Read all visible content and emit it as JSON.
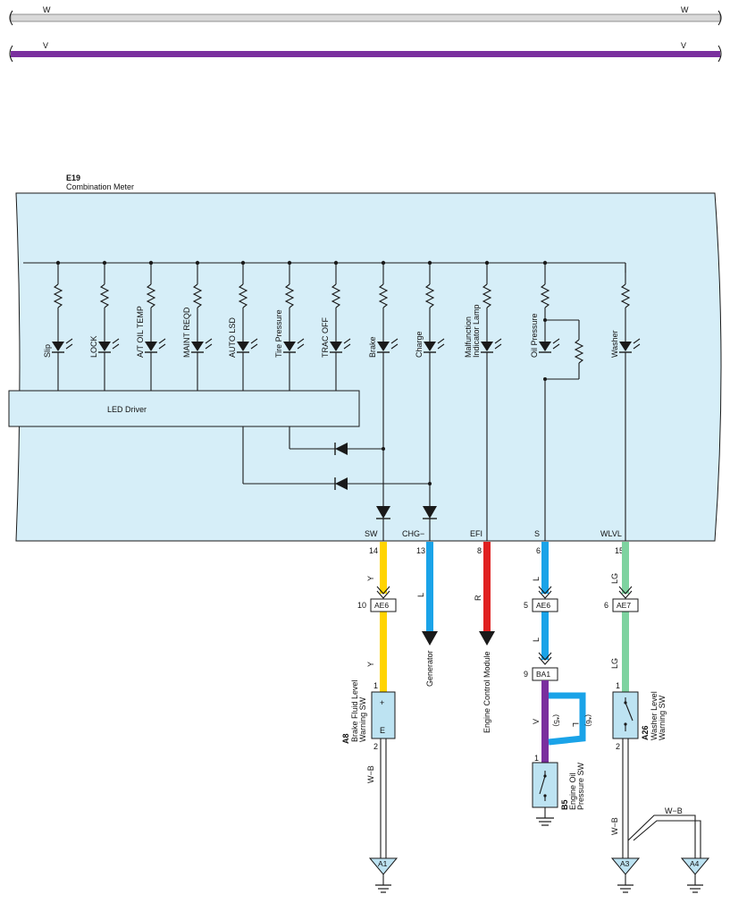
{
  "bus_lines": {
    "top": {
      "label": "W",
      "color": "#d9d9d9"
    },
    "second": {
      "label": "V",
      "color": "#7a2f9e"
    }
  },
  "meter": {
    "code": "E19",
    "name": "Combination Meter",
    "fill_color": "#d6eef8",
    "led_driver": "LED Driver",
    "lamps": [
      "Slip",
      "LOCK",
      "A/T OIL TEMP",
      "MAINT REQD",
      "AUTO LSD",
      "Tire Pressure",
      "TRAC OFF",
      "Brake",
      "Charge",
      "Malfunction Indicator Lamp",
      "Oil Pressure",
      "Washer"
    ],
    "terminals": [
      {
        "name": "SW",
        "pin": "14"
      },
      {
        "name": "CHG−",
        "pin": "13"
      },
      {
        "name": "EFI",
        "pin": "8"
      },
      {
        "name": "S",
        "pin": "6"
      },
      {
        "name": "WLVL",
        "pin": "15"
      }
    ]
  },
  "wires": {
    "sw": {
      "color_code": "Y",
      "color": "#ffd400"
    },
    "chg": {
      "color_code": "L",
      "color": "#1aa3e8"
    },
    "efi": {
      "color_code": "R",
      "color": "#e02020"
    },
    "s": {
      "color_code": "L",
      "color": "#1aa3e8"
    },
    "s_violet": {
      "color_code": "V",
      "color": "#7a2f9e"
    },
    "wlvl": {
      "color_code": "LG",
      "color": "#7ed3a0"
    },
    "ground": {
      "color_code": "W−B"
    }
  },
  "connectors": {
    "ae6_left": {
      "name": "AE6",
      "pin_left": "10"
    },
    "ae6_right": {
      "name": "AE6",
      "pin_left": "5"
    },
    "ae7": {
      "name": "AE7",
      "pin_left": "6"
    },
    "ba1": {
      "name": "BA1",
      "pin_left": "9"
    }
  },
  "destinations": {
    "generator": "Generator",
    "ecm": "Engine Control Module"
  },
  "components": {
    "a8": {
      "code": "A8",
      "name_line1": "Brake Fluid Level",
      "name_line2": "Warning SW",
      "pin_top": "1",
      "pin_bottom": "2",
      "plus": "+",
      "e": "E"
    },
    "b5": {
      "code": "B5",
      "name_line1": "Engine Oil",
      "name_line2": "Pressure SW",
      "pin_top": "1"
    },
    "a26": {
      "code": "A26",
      "name_line1": "Washer Level",
      "name_line2": "Warning SW",
      "pin_top": "1",
      "pin_bottom": "2"
    }
  },
  "notes": {
    "n5": "(*5)",
    "n6": "(*6)"
  },
  "grounds": [
    "A1",
    "A3",
    "A4"
  ]
}
